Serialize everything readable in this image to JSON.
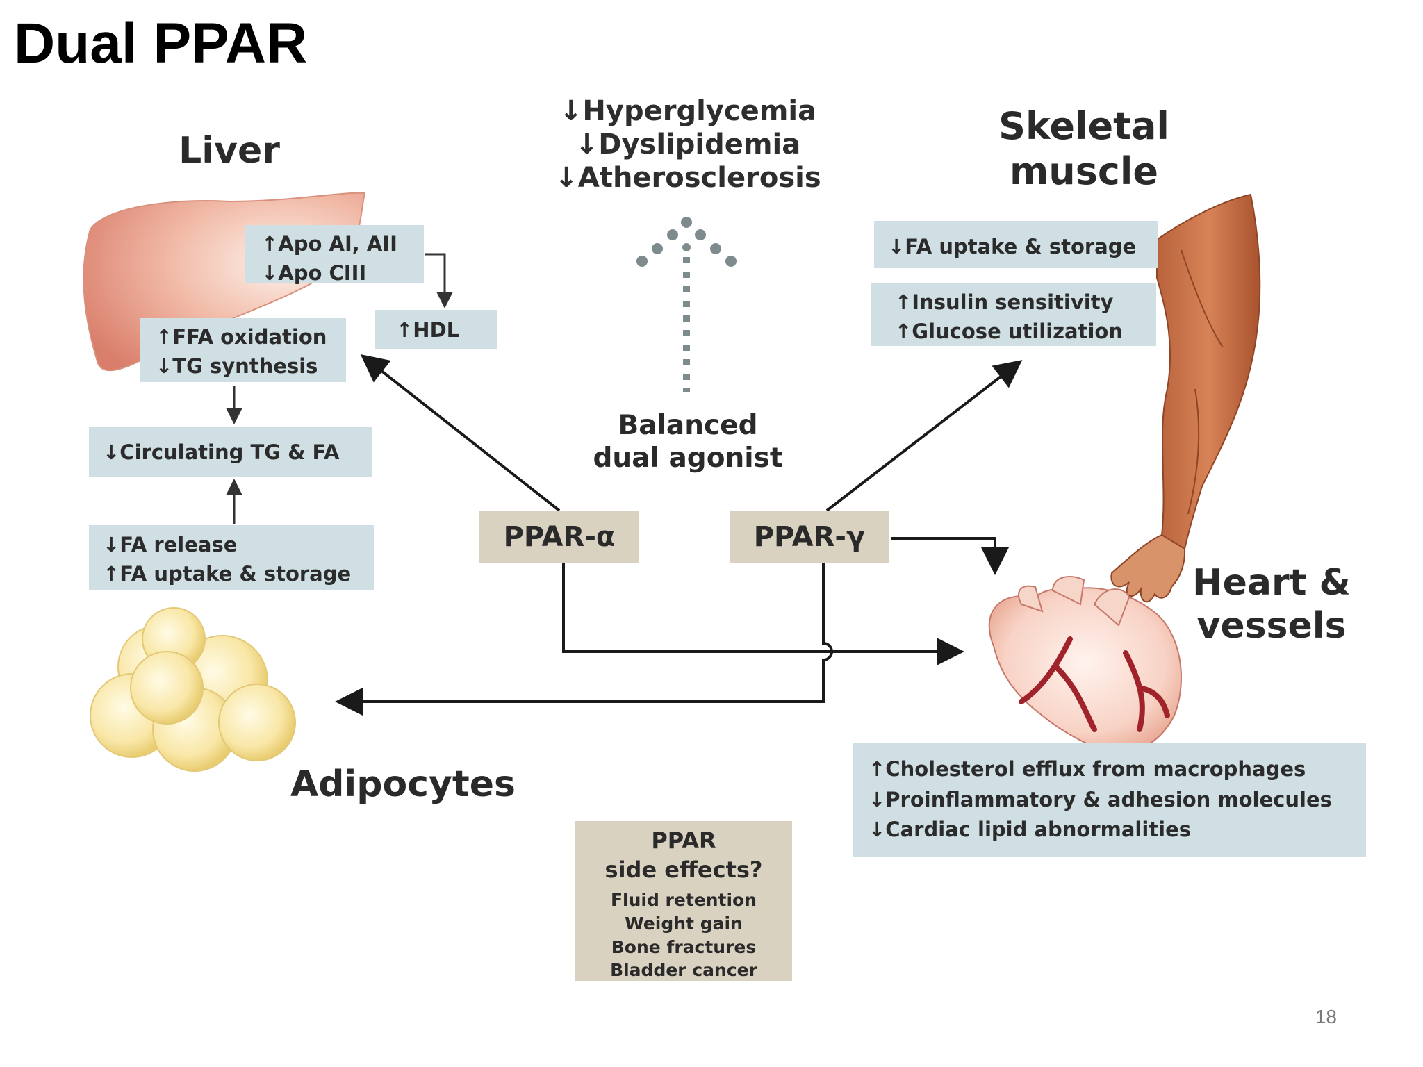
{
  "title": "Dual PPAR",
  "outcomes": [
    "↓Hyperglycemia",
    "↓Dyslipidemia",
    "↓Atherosclerosis"
  ],
  "agonist_label": [
    "Balanced",
    "dual agonist"
  ],
  "receptors": {
    "alpha": "PPAR-α",
    "gamma": "PPAR-γ"
  },
  "liver": {
    "label": "Liver",
    "apo": [
      "↑Apo AI, AII",
      "↓Apo CIII"
    ],
    "hdl": "↑HDL",
    "oxidation": [
      "↑FFA oxidation",
      "↓TG synthesis"
    ],
    "circulating": "↓Circulating TG & FA",
    "fa_release": [
      "↓FA release",
      "↑FA uptake & storage"
    ]
  },
  "muscle": {
    "label": [
      "Skeletal",
      "muscle"
    ],
    "uptake": "↓FA uptake & storage",
    "insulin": [
      "↑Insulin sensitivity",
      "↑Glucose utilization"
    ]
  },
  "heart": {
    "label": [
      "Heart &",
      "vessels"
    ],
    "effects": [
      "↑Cholesterol efflux from macrophages",
      "↓Proinflammatory & adhesion molecules",
      "↓Cardiac lipid abnormalities"
    ]
  },
  "adipocytes": {
    "label": "Adipocytes"
  },
  "side_effects": {
    "heading": [
      "PPAR",
      "side effects?"
    ],
    "items": [
      "Fluid retention",
      "Weight gain",
      "Bone fractures",
      "Bladder cancer"
    ]
  },
  "page_number": "18",
  "colors": {
    "box_blue": "#cfdfe4",
    "box_tan": "#d9d2c0",
    "arrow": "#1a1a1a",
    "dots": "#7d8b8f"
  }
}
